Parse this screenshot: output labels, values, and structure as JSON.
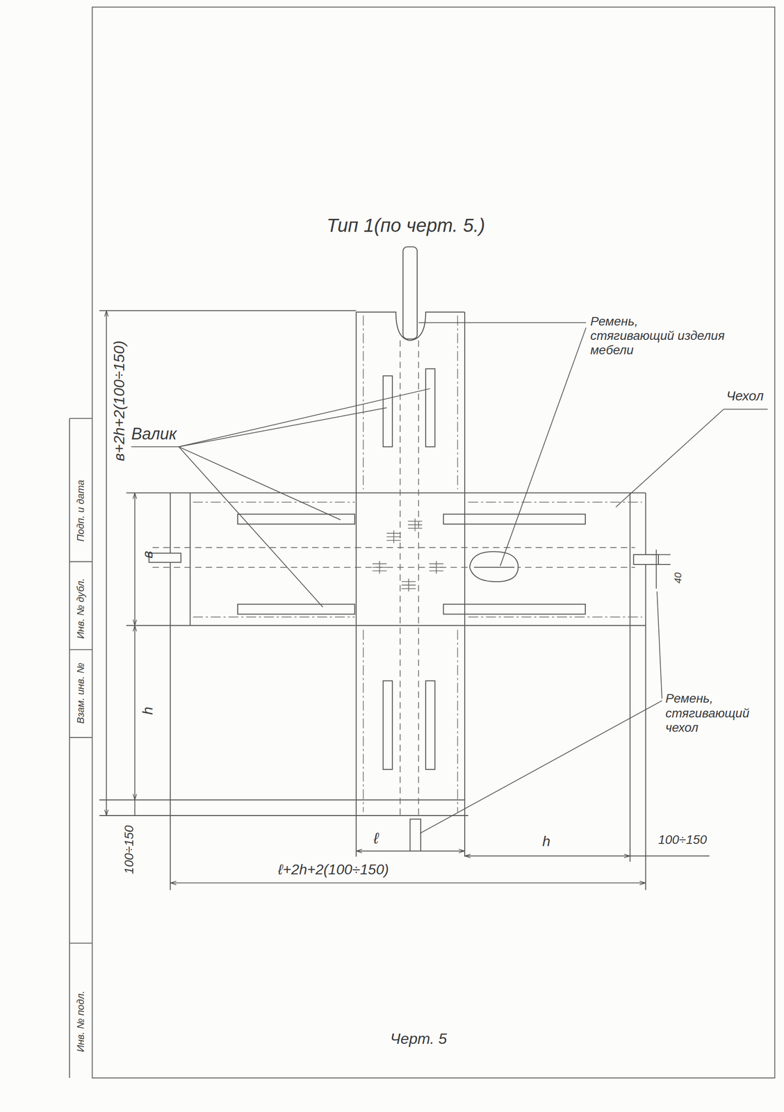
{
  "diagram": {
    "title": "Тип 1(по черт. 5.)",
    "caption": "Черт. 5",
    "labels": [
      "Валик",
      "Ремень, стягивающий изделия мебели",
      "Чехол",
      "Ремень, стягивающий чехол",
      "в+2h+2(100÷150)",
      "в",
      "h",
      "100÷150",
      "ℓ",
      "h",
      "100÷150",
      "ℓ+2h+2(100÷150)",
      "40",
      "Подп. и дата",
      "Инв. № дубл.",
      "Взам. инв. №",
      "Инв. № подл."
    ]
  }
}
